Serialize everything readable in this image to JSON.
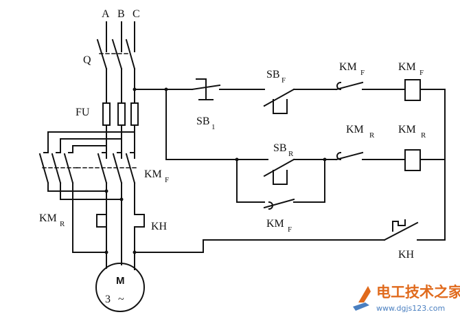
{
  "diagram": {
    "phases": [
      "A",
      "B",
      "C"
    ],
    "labels": {
      "breaker": "Q",
      "fuse": "FU",
      "km_f_main": "KM",
      "km_f_main_sub": "F",
      "km_r_main": "KM",
      "km_r_main_sub": "R",
      "kh_main": "KH",
      "sb1": "SB",
      "sb1_sub": "1",
      "sbf": "SB",
      "sbf_sub": "F",
      "sbr": "SB",
      "sbr_sub": "R",
      "kmf_contact": "KM",
      "kmf_contact_sub": "F",
      "kmf_coil": "KM",
      "kmf_coil_sub": "F",
      "kmr_contact": "KM",
      "kmr_contact_sub": "R",
      "kmr_coil": "KM",
      "kmr_coil_sub": "R",
      "kmf_hold": "KM",
      "kmf_hold_sub": "F",
      "kh_contact": "KH"
    },
    "motor": {
      "symbol": "M",
      "phase_count": "3",
      "ac_symbol": "~"
    }
  },
  "watermark": {
    "title": "电工技术之家",
    "url": "www.dgjs123.com",
    "accent": "#e06a1c",
    "secondary": "#4a7fc0"
  },
  "colors": {
    "line": "#111111",
    "background": "#ffffff"
  }
}
